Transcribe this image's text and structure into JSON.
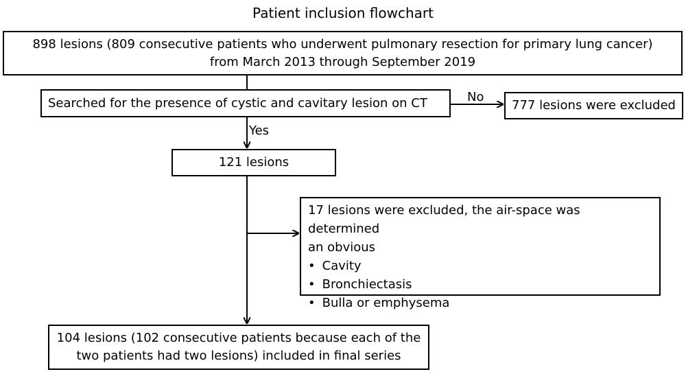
{
  "title": "Patient inclusion flowchart",
  "nodes": {
    "initial": {
      "line1": "898 lesions (809 consecutive patients who underwent pulmonary resection for primary lung cancer)",
      "line2": "from March 2013 through September 2019"
    },
    "search": "Searched for the presence of cystic and cavitary lesion on CT",
    "excluded_no": "777 lesions were excluded",
    "lesions_121": "121 lesions",
    "excluded_17": {
      "line1": "17 lesions were excluded, the air-space was determined",
      "line2": "an obvious",
      "bullets": [
        "Cavity",
        "Bronchiectasis",
        "Bulla or emphysema"
      ]
    },
    "final": {
      "line1": "104 lesions (102 consecutive patients because each of the",
      "line2": "two patients had two lesions) included in final series"
    }
  },
  "edges": {
    "no_label": "No",
    "yes_label": "Yes"
  }
}
